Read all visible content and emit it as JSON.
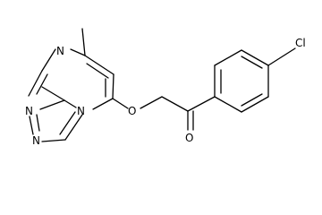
{
  "molecule": {
    "atoms": {
      "cl": "Cl",
      "o_carbonyl": "O",
      "o_ether": "O",
      "n_ring_top": "N",
      "n_triazole_left": "N",
      "n_triazole_bottom": "N",
      "n_bridge": "N"
    }
  }
}
